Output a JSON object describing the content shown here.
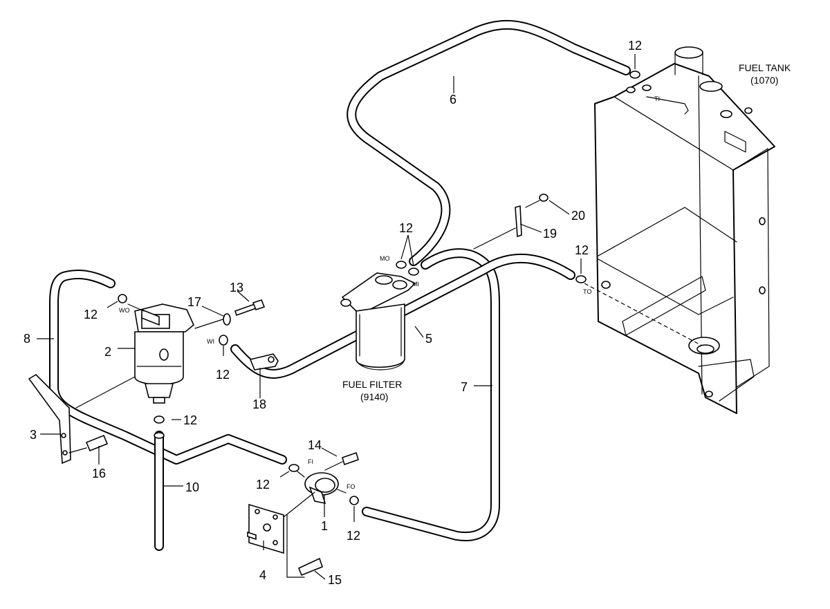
{
  "labels": {
    "fuel_tank_title": "FUEL TANK",
    "fuel_tank_code": "(1070)",
    "fuel_filter_title": "FUEL FILTER",
    "fuel_filter_code": "(9140)"
  },
  "ports": {
    "TI": "TI",
    "TO": "TO",
    "MO": "MO",
    "MI": "MI",
    "WO": "WO",
    "WI": "WI",
    "FI": "FI",
    "FO": "FO"
  },
  "callouts": {
    "p1": "1",
    "p2": "2",
    "p3": "3",
    "p4": "4",
    "p5": "5",
    "p6": "6",
    "p7": "7",
    "p8": "8",
    "p10": "10",
    "p12": "12",
    "p13": "13",
    "p14": "14",
    "p15": "15",
    "p16": "16",
    "p17": "17",
    "p18": "18",
    "p19": "19",
    "p20": "20"
  }
}
